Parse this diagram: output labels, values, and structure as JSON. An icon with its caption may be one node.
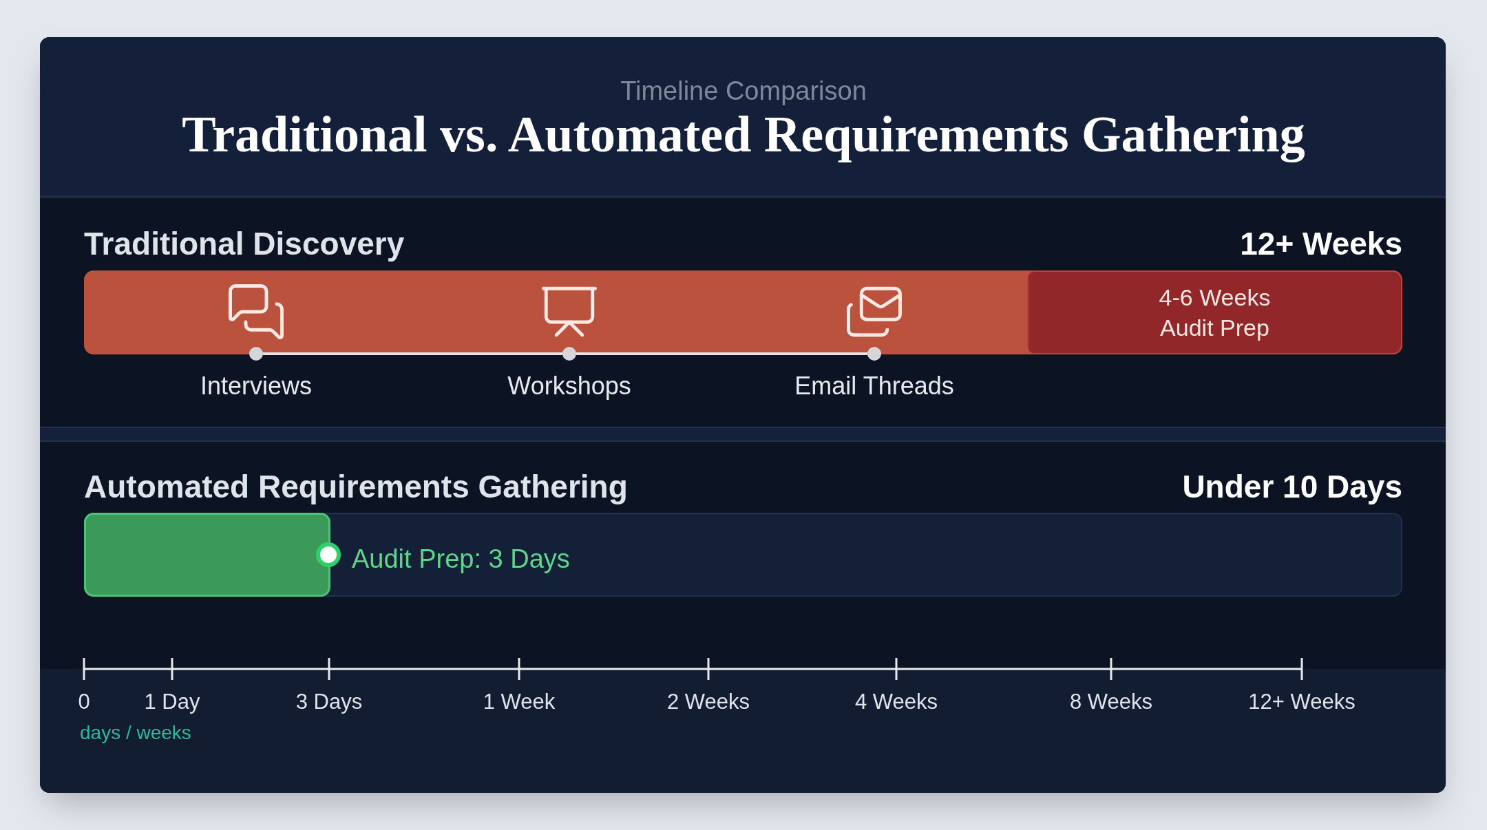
{
  "diagram": {
    "title": "Traditional vs. Automated Requirements Gathering",
    "nodes": [
      {
        "text": [],
        "shape": "bar"
      },
      {
        "text": [
          "4-6 Weeks Audit Prep"
        ],
        "in": 0
      },
      {
        "text": [],
        "shape": "bar"
      },
      {
        "text": [],
        "shape": "bar",
        "in": 2,
        "beside": [
          "Audit Prep: 3 Days"
        ]
      },
      {
        "text": [],
        "shape": "circle",
        "beside": [
          "Interviews"
        ]
      },
      {
        "text": [],
        "shape": "circle",
        "beside": [
          "Workshops"
        ]
      },
      {
        "text": [],
        "shape": "circle",
        "beside": [
          "Email Threads"
        ]
      }
    ],
    "edges": [
      {
        "from": 4,
        "to": 5,
        "arrow": "none"
      },
      {
        "from": 5,
        "to": 6,
        "arrow": "none"
      }
    ],
    "labels": [
      "Timeline Comparison",
      "Traditional Discovery",
      "12+ Weeks",
      "Automated Requirements Gathering",
      "Under 10 Days",
      "0",
      "1 Day",
      "3 Days",
      "1 Week",
      "2 Weeks",
      "4 Weeks",
      "8 Weeks",
      "12+ Weeks",
      "days / weeks"
    ]
  }
}
